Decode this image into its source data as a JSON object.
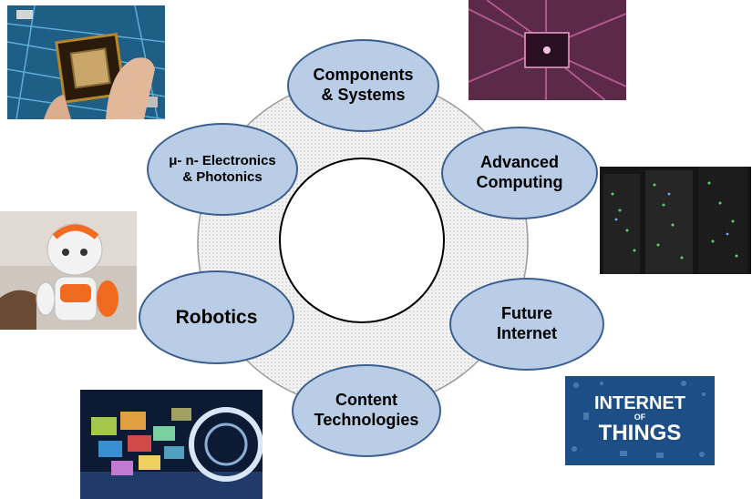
{
  "diagram": {
    "nodes": {
      "components": {
        "line1": "Components",
        "line2": "& Systems"
      },
      "computing": {
        "line1": "Advanced",
        "line2": "Computing"
      },
      "internet": {
        "line1": "Future",
        "line2": "Internet"
      },
      "content": {
        "line1": "Content",
        "line2": "Technologies"
      },
      "robotics": {
        "line1": "Robotics"
      },
      "electronics": {
        "line1": "μ-  n- Electronics",
        "line2": "& Photonics"
      }
    },
    "iot_image": {
      "line1": "INTERNET",
      "line2": "OF",
      "line3": "THINGS"
    }
  },
  "colors": {
    "node_fill": "#b9cde6",
    "node_border": "#3b5f8f",
    "ring_fill": "#ebebeb",
    "iot_background": "#1d4f86"
  },
  "images": [
    "processor-chip-photo",
    "circuit-board-photo",
    "server-rack-photo",
    "humanoid-robot-photo",
    "internet-of-things-graphic",
    "digital-content-photo"
  ]
}
